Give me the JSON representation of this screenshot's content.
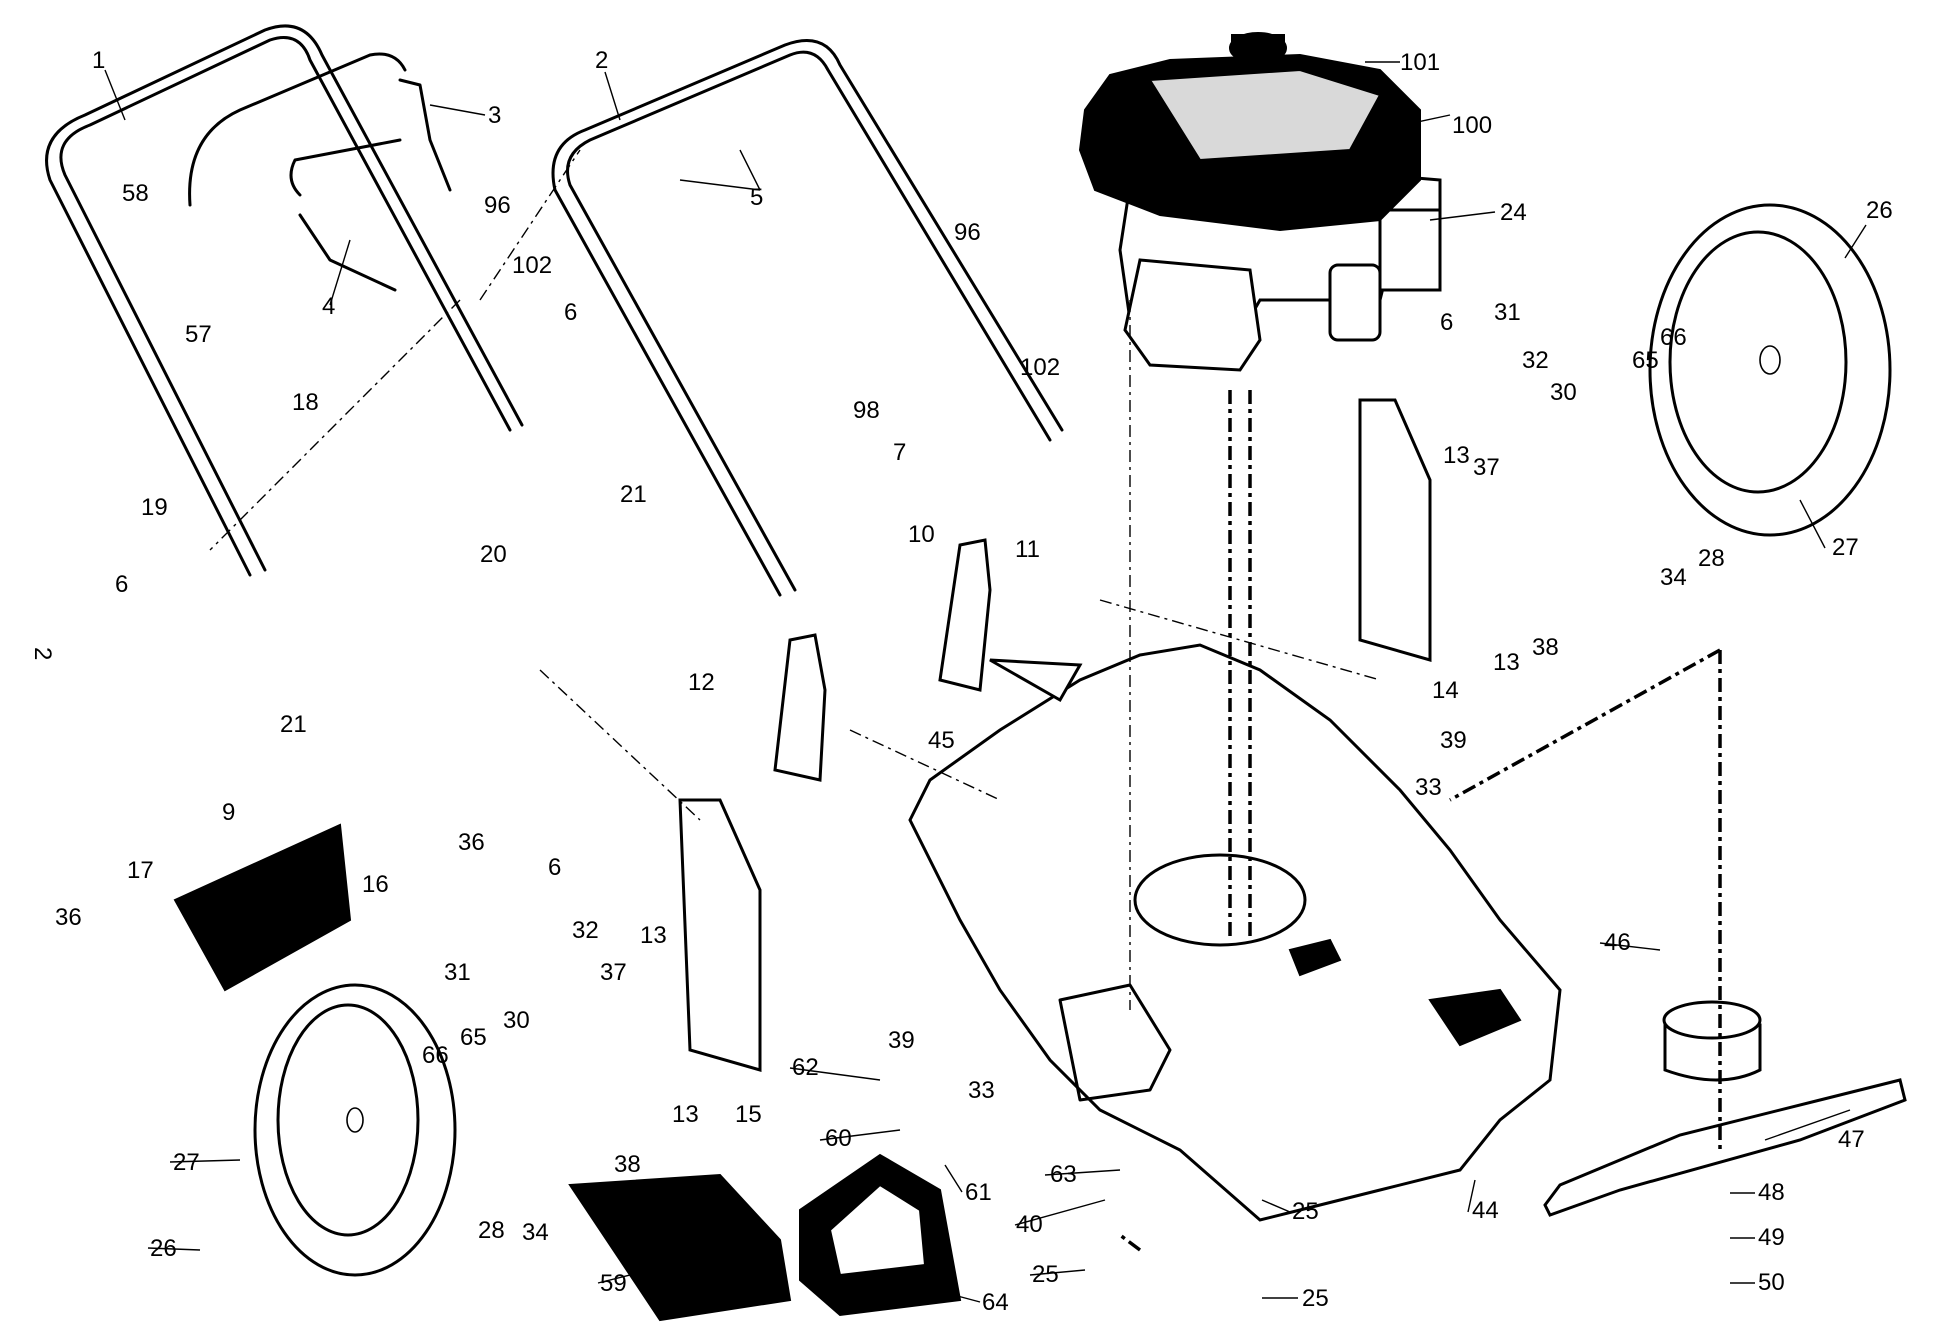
{
  "page_number": "2",
  "callouts": [
    {
      "id": "c1",
      "text": "1"
    },
    {
      "id": "c2",
      "text": "2"
    },
    {
      "id": "c3",
      "text": "3"
    },
    {
      "id": "c4",
      "text": "4"
    },
    {
      "id": "c5",
      "text": "5"
    },
    {
      "id": "c6a",
      "text": "6"
    },
    {
      "id": "c6b",
      "text": "6"
    },
    {
      "id": "c6c",
      "text": "6"
    },
    {
      "id": "c6d",
      "text": "6"
    },
    {
      "id": "c7",
      "text": "7"
    },
    {
      "id": "c9",
      "text": "9"
    },
    {
      "id": "c10",
      "text": "10"
    },
    {
      "id": "c11",
      "text": "11"
    },
    {
      "id": "c12",
      "text": "12"
    },
    {
      "id": "c13a",
      "text": "13"
    },
    {
      "id": "c13b",
      "text": "13"
    },
    {
      "id": "c13c",
      "text": "13"
    },
    {
      "id": "c13d",
      "text": "13"
    },
    {
      "id": "c14",
      "text": "14"
    },
    {
      "id": "c15",
      "text": "15"
    },
    {
      "id": "c16",
      "text": "16"
    },
    {
      "id": "c17",
      "text": "17"
    },
    {
      "id": "c18",
      "text": "18"
    },
    {
      "id": "c19",
      "text": "19"
    },
    {
      "id": "c20",
      "text": "20"
    },
    {
      "id": "c21a",
      "text": "21"
    },
    {
      "id": "c21b",
      "text": "21"
    },
    {
      "id": "c24",
      "text": "24"
    },
    {
      "id": "c25a",
      "text": "25"
    },
    {
      "id": "c25b",
      "text": "25"
    },
    {
      "id": "c25c",
      "text": "25"
    },
    {
      "id": "c26a",
      "text": "26"
    },
    {
      "id": "c26b",
      "text": "26"
    },
    {
      "id": "c27a",
      "text": "27"
    },
    {
      "id": "c27b",
      "text": "27"
    },
    {
      "id": "c28a",
      "text": "28"
    },
    {
      "id": "c28b",
      "text": "28"
    },
    {
      "id": "c30a",
      "text": "30"
    },
    {
      "id": "c30b",
      "text": "30"
    },
    {
      "id": "c31a",
      "text": "31"
    },
    {
      "id": "c31b",
      "text": "31"
    },
    {
      "id": "c32a",
      "text": "32"
    },
    {
      "id": "c32b",
      "text": "32"
    },
    {
      "id": "c33a",
      "text": "33"
    },
    {
      "id": "c33b",
      "text": "33"
    },
    {
      "id": "c34a",
      "text": "34"
    },
    {
      "id": "c34b",
      "text": "34"
    },
    {
      "id": "c36a",
      "text": "36"
    },
    {
      "id": "c36b",
      "text": "36"
    },
    {
      "id": "c37a",
      "text": "37"
    },
    {
      "id": "c37b",
      "text": "37"
    },
    {
      "id": "c38a",
      "text": "38"
    },
    {
      "id": "c38b",
      "text": "38"
    },
    {
      "id": "c39a",
      "text": "39"
    },
    {
      "id": "c39b",
      "text": "39"
    },
    {
      "id": "c40",
      "text": "40"
    },
    {
      "id": "c44",
      "text": "44"
    },
    {
      "id": "c45",
      "text": "45"
    },
    {
      "id": "c46",
      "text": "46"
    },
    {
      "id": "c47",
      "text": "47"
    },
    {
      "id": "c48",
      "text": "48"
    },
    {
      "id": "c49",
      "text": "49"
    },
    {
      "id": "c50",
      "text": "50"
    },
    {
      "id": "c57",
      "text": "57"
    },
    {
      "id": "c58",
      "text": "58"
    },
    {
      "id": "c59",
      "text": "59"
    },
    {
      "id": "c60",
      "text": "60"
    },
    {
      "id": "c61",
      "text": "61"
    },
    {
      "id": "c62",
      "text": "62"
    },
    {
      "id": "c63",
      "text": "63"
    },
    {
      "id": "c64",
      "text": "64"
    },
    {
      "id": "c65a",
      "text": "65"
    },
    {
      "id": "c65b",
      "text": "65"
    },
    {
      "id": "c66a",
      "text": "66"
    },
    {
      "id": "c66b",
      "text": "66"
    },
    {
      "id": "c96a",
      "text": "96"
    },
    {
      "id": "c96b",
      "text": "96"
    },
    {
      "id": "c98",
      "text": "98"
    },
    {
      "id": "c100",
      "text": "100"
    },
    {
      "id": "c101",
      "text": "101"
    },
    {
      "id": "c102a",
      "text": "102"
    },
    {
      "id": "c102b",
      "text": "102"
    }
  ]
}
